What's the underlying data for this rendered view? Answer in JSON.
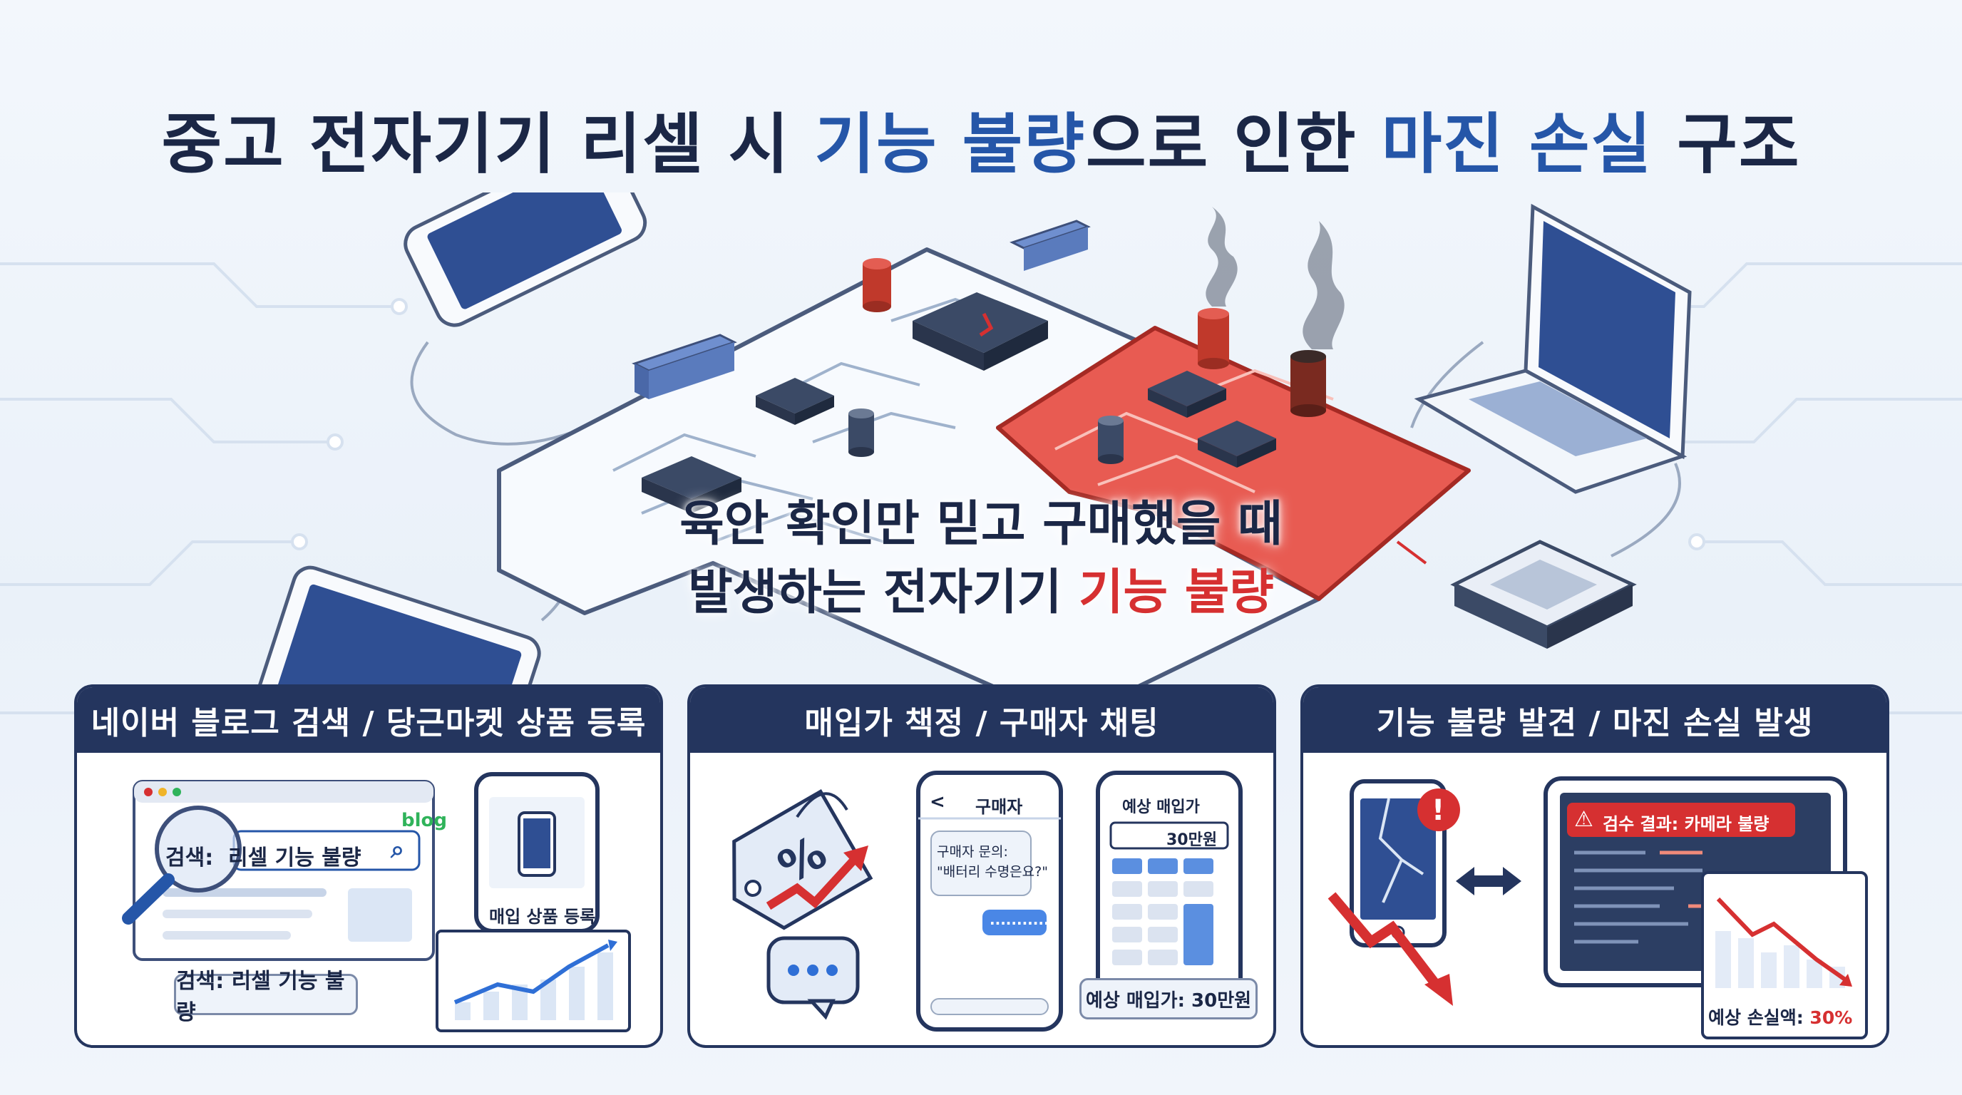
{
  "title": {
    "part1": "중고 전자기기 리셀 시 ",
    "highlight1": "기능 불량",
    "part2": "으로 인한 ",
    "highlight2": "마진 손실",
    "part3": " 구조"
  },
  "hero": {
    "line1": "육안 확인만 믿고 구매했을 때",
    "line2_prefix": "발생하는 전자기기 ",
    "line2_highlight": "기능 불량"
  },
  "panels": [
    {
      "header": "네이버 블로그 검색 / 당근마켓 상품 등록",
      "blog_label": "blog",
      "search_prefix": "검색:",
      "search_query": "리셀 기능 불량",
      "phone_label": "매입 상품 등록",
      "caption": "검색: 리셀 기능 불량"
    },
    {
      "header": "매입가 책정 / 구매자 채팅",
      "chat_title": "구매자",
      "chat_back": "<",
      "chat_line1": "구매자 문의:",
      "chat_line2": "\"배터리 수명은요?\"",
      "chat_reply": "...........",
      "calc_title": "예상 매입가",
      "calc_display": "30만원",
      "caption": "예상 매입가: 30만원"
    },
    {
      "header": "기능 불량 발견 / 마진 손실 발생",
      "alert_mark": "!",
      "inspect_result": "검수 결과: 카메라 불량",
      "loss_label": "예상 손실액:",
      "loss_value": "30%"
    }
  ],
  "colors": {
    "navy": "#24355e",
    "accent_blue": "#2556a8",
    "alert_red": "#d63031"
  }
}
